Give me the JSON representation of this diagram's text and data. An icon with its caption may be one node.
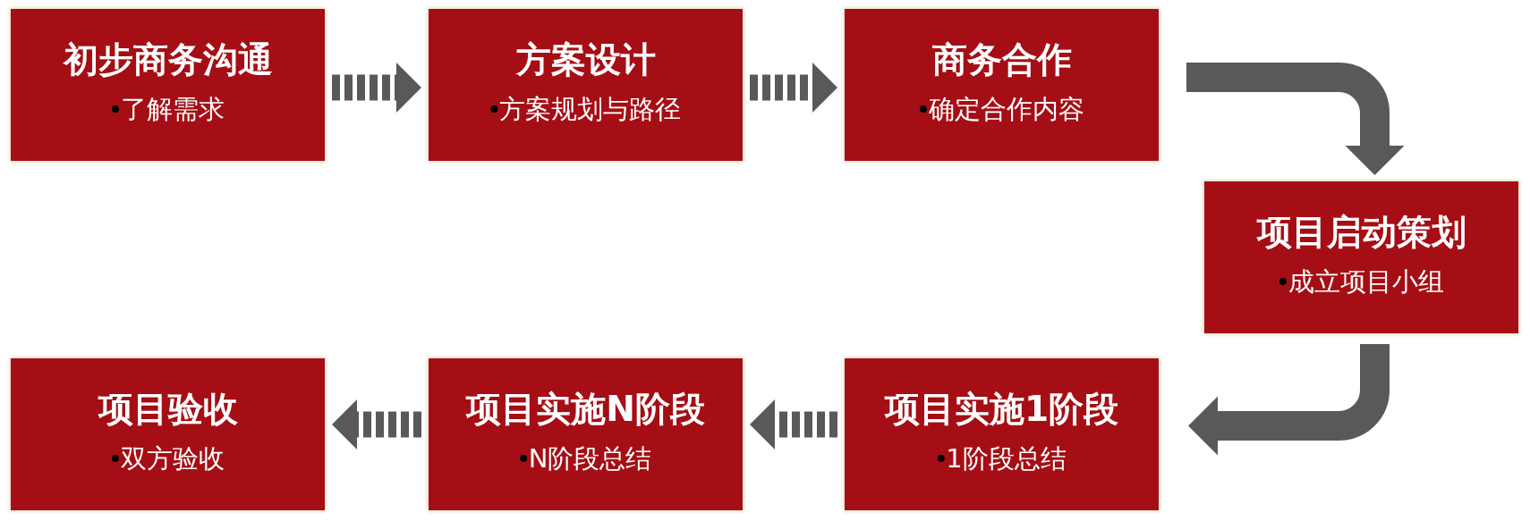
{
  "diagram": {
    "nodes": [
      {
        "text": [
          "初步商务沟通",
          "了解需求"
        ]
      },
      {
        "text": [
          "方案设计",
          "方案规划与路径"
        ]
      },
      {
        "text": [
          "商务合作",
          "确定合作内容"
        ]
      },
      {
        "text": [
          "项目启动策划",
          "成立项目小组"
        ]
      },
      {
        "text": [
          "项目实施1阶段",
          "1阶段总结"
        ]
      },
      {
        "text": [
          "项目实施N阶段",
          "N阶段总结"
        ]
      },
      {
        "text": [
          "项目验收",
          "双方验收"
        ]
      }
    ],
    "edges": [
      {
        "from": 0,
        "to": 1,
        "arrow": "to",
        "style": "dashed"
      },
      {
        "from": 1,
        "to": 2,
        "arrow": "to",
        "style": "dashed"
      },
      {
        "from": 2,
        "to": 3,
        "arrow": "to"
      },
      {
        "from": 3,
        "to": 4,
        "arrow": "to"
      },
      {
        "from": 4,
        "to": 5,
        "arrow": "to",
        "style": "dashed"
      },
      {
        "from": 5,
        "to": 6,
        "arrow": "to",
        "style": "dashed"
      }
    ]
  }
}
